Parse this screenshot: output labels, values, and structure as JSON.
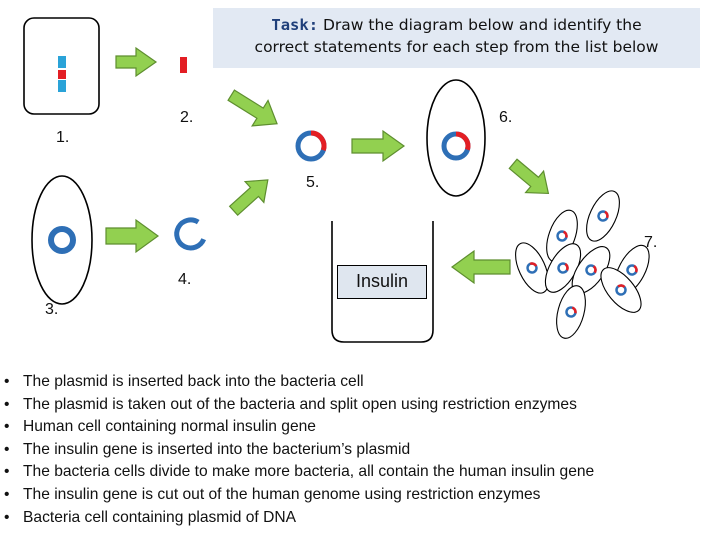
{
  "task": {
    "label": "Task:",
    "text_line1": "Draw the diagram below and identify the",
    "text_line2": "correct statements for each step from the list below"
  },
  "steps": [
    "1.",
    "2.",
    "3.",
    "4.",
    "5.",
    "6.",
    "7."
  ],
  "insulin_label": "Insulin",
  "statements": [
    "The plasmid is inserted back into the bacteria cell",
    "The plasmid is taken out of the bacteria and split open using restriction enzymes",
    "Human cell containing normal insulin gene",
    "The insulin gene is inserted into the bacterium’s plasmid",
    "The bacteria cells divide to make more bacteria, all contain the human insulin gene",
    "The insulin gene is cut out of the human genome using restriction enzymes",
    "Bacteria cell containing plasmid of DNA"
  ],
  "bullet_glyph": "•",
  "colors": {
    "arrow_fill": "#92d050",
    "arrow_stroke": "#5e8e2f",
    "plasmid_blue": "#2e6fb6",
    "gene_red": "#e31e24",
    "chromosome_cyan": "#2aa3d8",
    "task_box_bg": "#e2e9f3"
  }
}
